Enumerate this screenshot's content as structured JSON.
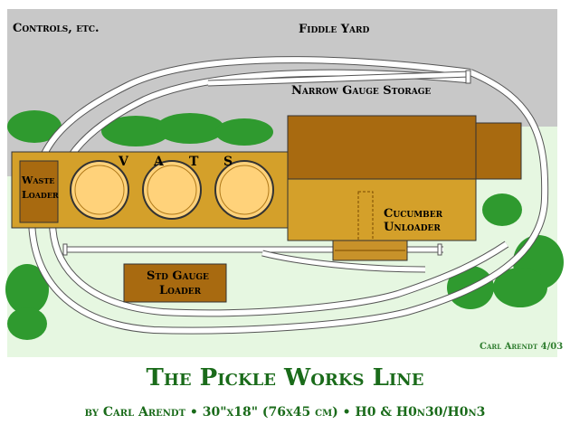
{
  "labels": {
    "controls": "Controls, etc.",
    "fiddle_yard": "Fiddle Yard",
    "narrow_gauge_storage": "Narrow Gauge Storage",
    "vats_v": "V",
    "vats_a": "A",
    "vats_t": "T",
    "vats_s": "S",
    "waste_loader_1": "Waste",
    "waste_loader_2": "Loader",
    "cucumber_unloader_1": "Cucumber",
    "cucumber_unloader_2": "Unloader",
    "std_gauge_loader_1": "Std Gauge",
    "std_gauge_loader_2": "Loader",
    "credit": "Carl Arendt 4/03"
  },
  "title": "The Pickle Works Line",
  "subtitle": "by Carl Arendt  •  30\"x18\" (76x45 cm)  •  H0 & H0n30/H0n3",
  "colors": {
    "gray_area": "#c8c8c8",
    "green_area": "#e6f7e1",
    "building_brown": "#a86a10",
    "platform_gold": "#d4a02a",
    "vat_fill": "#ffd27a",
    "tree_green": "#2f9a2f",
    "title_green": "#1a6b1a"
  }
}
